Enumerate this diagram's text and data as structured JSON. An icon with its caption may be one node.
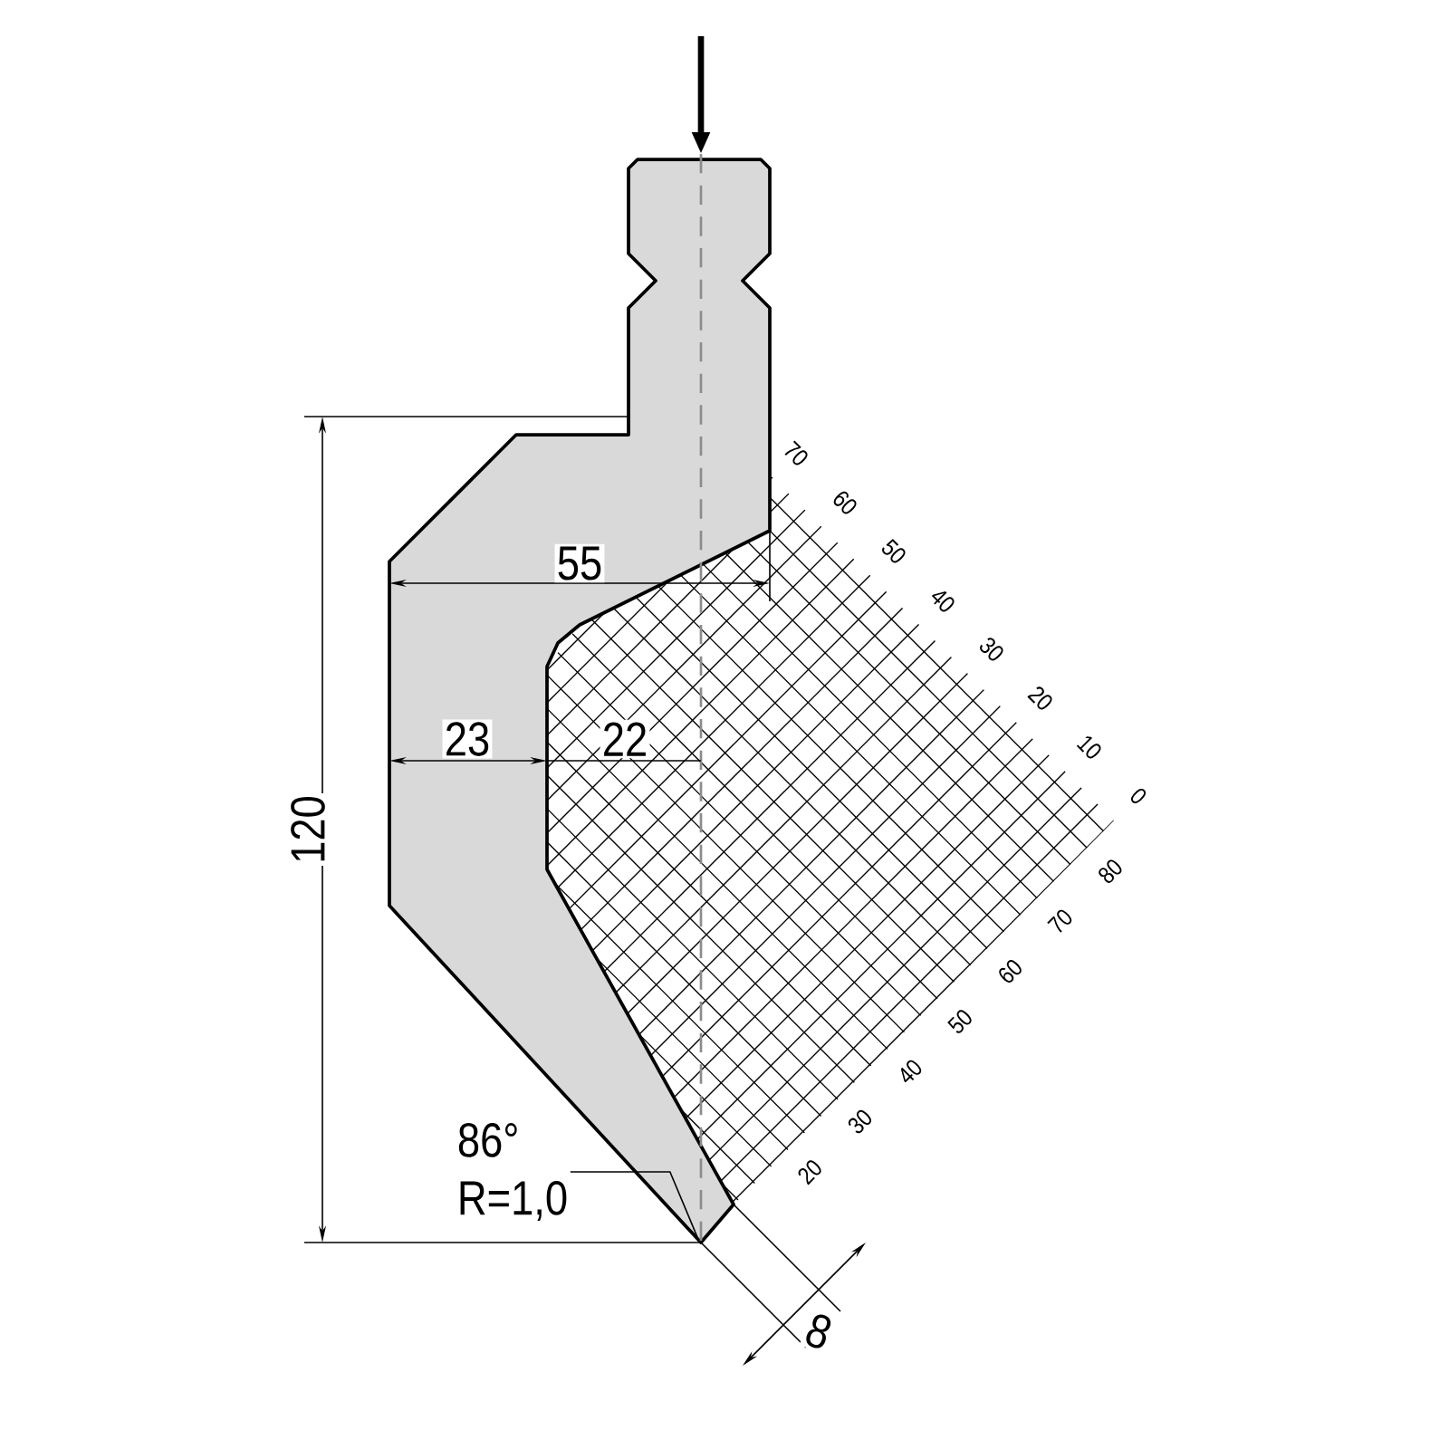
{
  "diagram": {
    "nodes": [
      {
        "text": [
          "86°",
          "R=1,0"
        ]
      },
      {
        "text": [],
        "shape": "picture"
      }
    ],
    "edges": [
      {
        "from": 0,
        "to": 1,
        "arrow": "none"
      }
    ],
    "labels": [
      "120",
      "55",
      "23",
      "22",
      "70",
      "60",
      "50",
      "40",
      "30",
      "20",
      "10",
      "0",
      "80",
      "70",
      "60",
      "50",
      "40",
      "30",
      "20",
      "8"
    ]
  }
}
